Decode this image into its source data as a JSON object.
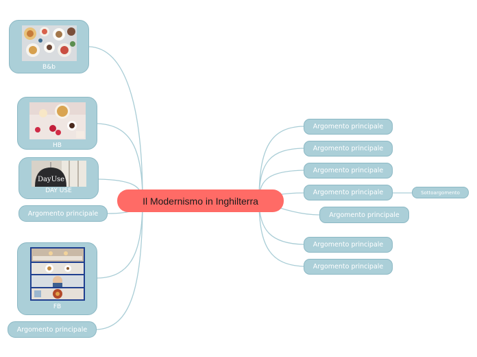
{
  "central": {
    "label": "Il Modernismo in Inghilterra"
  },
  "left": {
    "bnb": {
      "label": "B&b"
    },
    "hb": {
      "label": "HB"
    },
    "dayuse": {
      "label": "DAY USE",
      "sign_text": "DayUse"
    },
    "topic1": {
      "label": "Argomento principale"
    },
    "fb": {
      "label": "FB"
    },
    "topic2": {
      "label": "Argomento principale"
    }
  },
  "right": {
    "topics": [
      {
        "label": "Argomento principale"
      },
      {
        "label": "Argomento principale"
      },
      {
        "label": "Argomento principale"
      },
      {
        "label": "Argomento principale"
      },
      {
        "label": "Argomento principale"
      },
      {
        "label": "Argomento principale"
      },
      {
        "label": "Argomento principale"
      }
    ],
    "subtopic": {
      "label": "Sottoargomento"
    }
  },
  "colors": {
    "central": "#ff6b66",
    "node_fill": "#abcfd8",
    "node_border": "#8bb8c4",
    "connector": "#a9cdd6"
  }
}
